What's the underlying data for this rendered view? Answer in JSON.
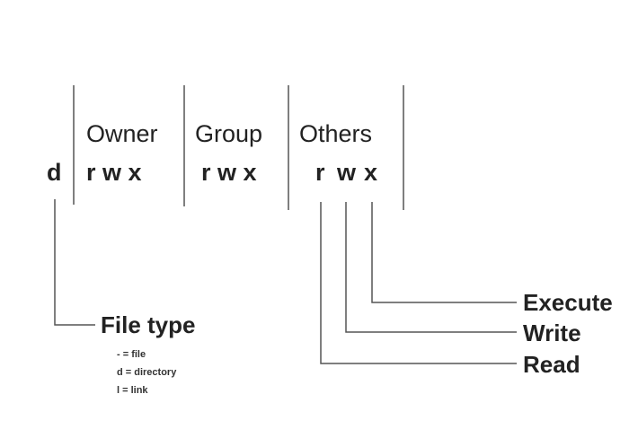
{
  "headers": {
    "owner": "Owner",
    "group": "Group",
    "others": "Others"
  },
  "type_char": "d",
  "owner_perms": "r w x",
  "group_perms": "r w x",
  "others_perms": {
    "read": "r",
    "write": "w",
    "execute": "x"
  },
  "labels": {
    "file_type": "File type",
    "execute": "Execute",
    "write": "Write",
    "read": "Read"
  },
  "file_type_legend": [
    "- = file",
    "d = directory",
    "l = link"
  ],
  "colors": {
    "line": "#555555",
    "text": "#222222"
  }
}
